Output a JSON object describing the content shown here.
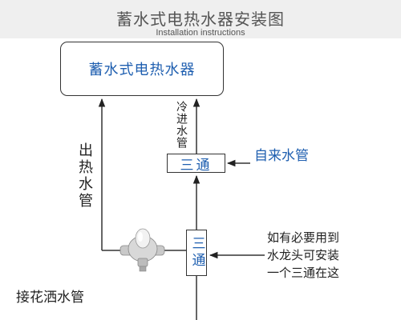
{
  "title": "蓄水式电热水器安装图",
  "subtitle": "Installation instructions",
  "heater": {
    "label": "蓄水式电热水器"
  },
  "labels": {
    "cold_in": "冷进水管",
    "hot_out": "出热水管",
    "tap_water": "自来水管",
    "tee_top": "三通",
    "tee_bottom": "三通",
    "shower_pipe": "接花洒水管"
  },
  "note_lines": [
    "如有必要用到",
    "水龙头可安装",
    "一个三通在这"
  ],
  "colors": {
    "accent": "#1f5fb0",
    "line": "#333333",
    "header_bg": "#efefef"
  }
}
